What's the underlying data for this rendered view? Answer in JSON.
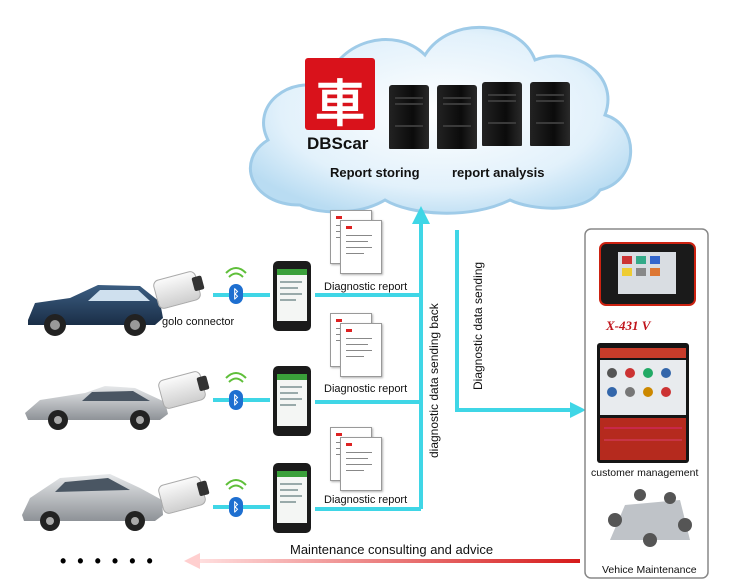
{
  "cloud": {
    "logo_char": "車",
    "brand": "DBScar",
    "storing_label": "Report storing",
    "analysis_label": "report analysis"
  },
  "rows": [
    {
      "report_label": "Diagnostic report",
      "connector_label": "golo  connector"
    },
    {
      "report_label": "Diagnostic report"
    },
    {
      "report_label": "Diagnostic report"
    }
  ],
  "flows": {
    "sending_back": "diagnostic data sending back",
    "sending": "Diagnostic data sending",
    "maintenance": "Maintenance consulting and advice",
    "more_dots": "• • •   • • •"
  },
  "panel": {
    "device_name": "X-431 V",
    "customer_label": "customer management",
    "vehicle_label": "Vehice Maintenance"
  },
  "colors": {
    "flow_arrow": "#3fd6e6",
    "advice_arrow": "#d61a1a",
    "logo_red": "#d9121b",
    "cloud_fill": "#eaf5fc"
  }
}
